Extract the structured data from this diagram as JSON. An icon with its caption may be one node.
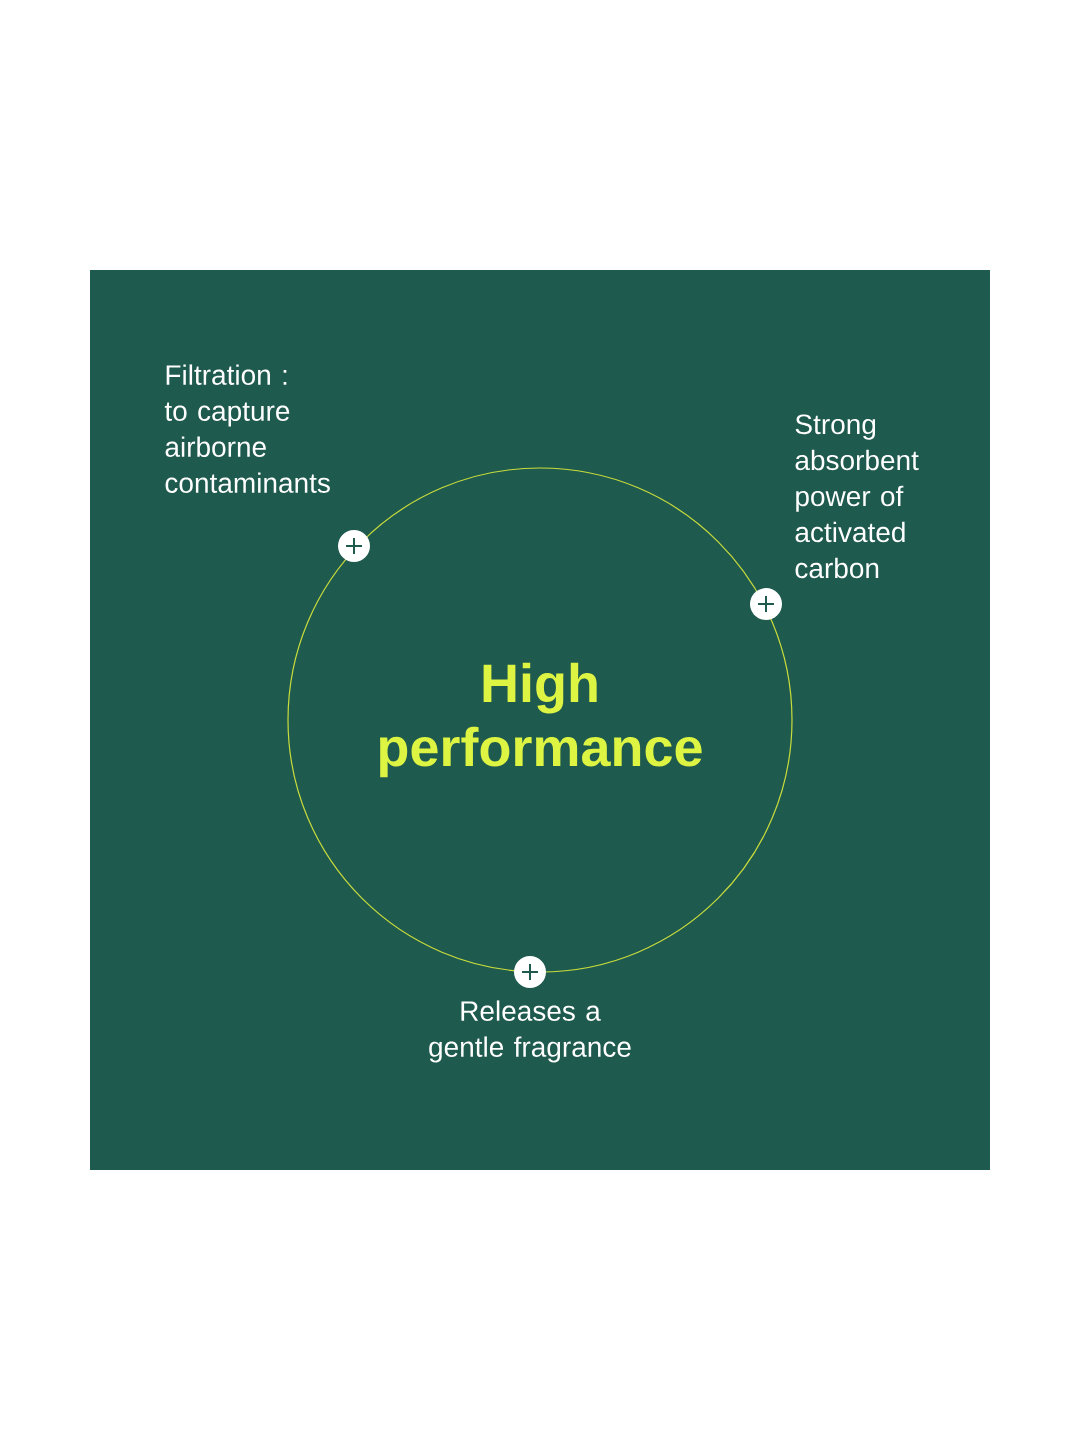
{
  "diagram": {
    "nodes": [
      {
        "text": [
          "High performance"
        ]
      }
    ],
    "edges": [],
    "labels": [
      "Filtration : to capture airborne contaminants",
      "Strong absorbent power of activated carbon",
      "Releases a gentle fragrance"
    ]
  }
}
